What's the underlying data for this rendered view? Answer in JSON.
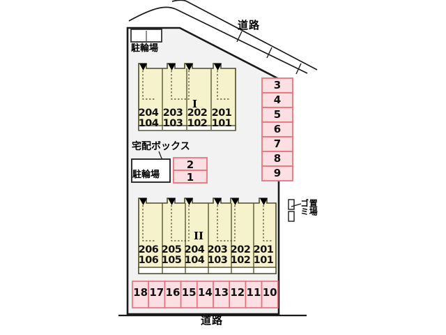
{
  "diagram": {
    "type": "site-plan",
    "title": "apartment-site-plan",
    "colors": {
      "site_fill": "#f2f2f2",
      "building_fill": "#f6f2cc",
      "building_stroke": "#4a4a2a",
      "parking_fill": "#fbdfe3",
      "parking_stroke": "#e8737f",
      "outline": "#1a1a1a",
      "text": "#111111",
      "road_fill": "#ffffff"
    }
  },
  "roads": {
    "top_label": "道路",
    "bottom_label": "道路"
  },
  "facilities": {
    "bike_parking_top_label": "駐輪場",
    "bike_parking_bottom_label": "駐輪場",
    "delivery_box_label": "宅配ボックス",
    "garbage_label_col1": "ゴミ",
    "garbage_label_col2": "置場"
  },
  "buildings": [
    {
      "name": "I",
      "mark": "I",
      "units": [
        {
          "upper": "204",
          "lower": "104"
        },
        {
          "upper": "203",
          "lower": "103"
        },
        {
          "upper": "202",
          "lower": "102"
        },
        {
          "upper": "201",
          "lower": "101"
        }
      ]
    },
    {
      "name": "II",
      "mark": "II",
      "units": [
        {
          "upper": "206",
          "lower": "106"
        },
        {
          "upper": "205",
          "lower": "105"
        },
        {
          "upper": "204",
          "lower": "104"
        },
        {
          "upper": "203",
          "lower": "103"
        },
        {
          "upper": "202",
          "lower": "102"
        },
        {
          "upper": "201",
          "lower": "101"
        }
      ]
    }
  ],
  "parking": {
    "bike_stalls_middle": [
      "2",
      "1"
    ],
    "right_column": [
      "3",
      "4",
      "5",
      "6",
      "7",
      "8",
      "9"
    ],
    "bottom_row": [
      "18",
      "17",
      "16",
      "15",
      "14",
      "13",
      "12",
      "11",
      "10"
    ]
  }
}
